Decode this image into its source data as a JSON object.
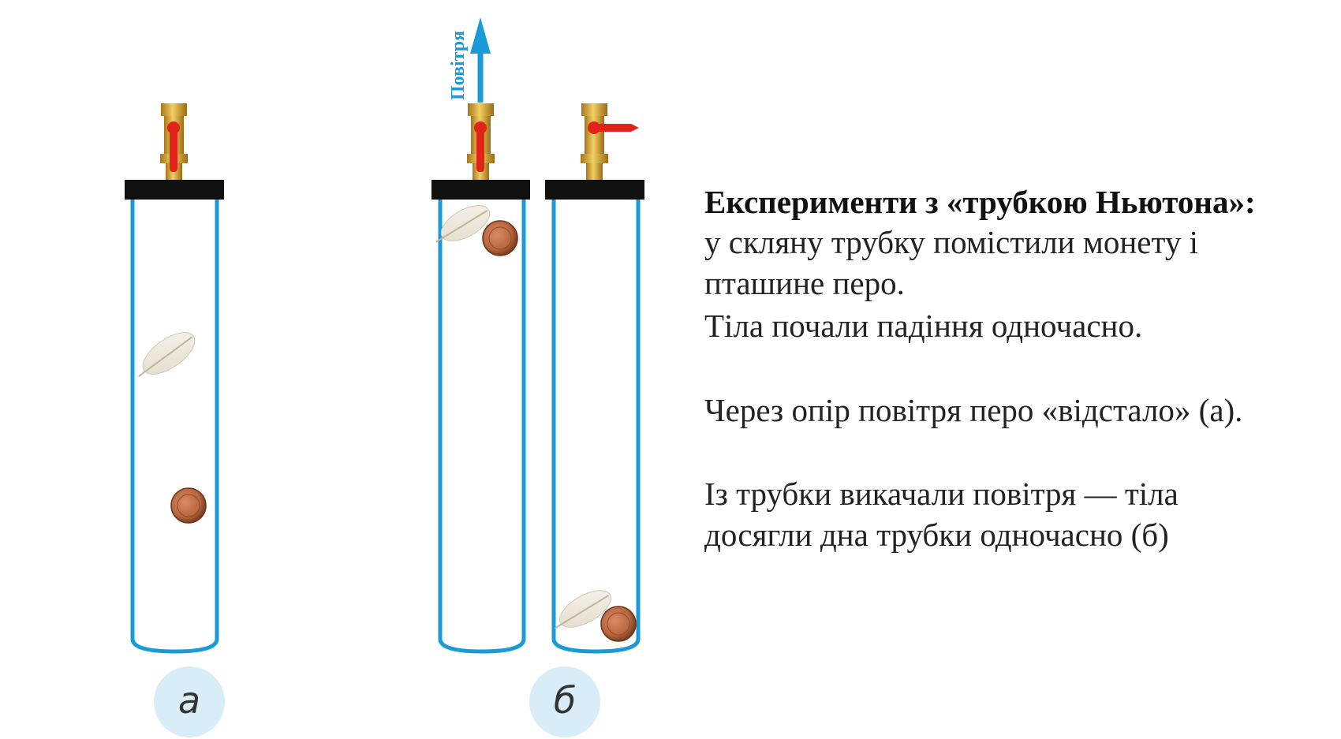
{
  "figure": {
    "air_label": "Повітря",
    "label_a": "а",
    "label_b": "б",
    "colors": {
      "tube": "#1a9ad9",
      "cap": "#111111",
      "brass": "#d9a62c",
      "handle": "#e2231a",
      "coin": "#b8673f",
      "label_circle": "#d8edf7"
    }
  },
  "description": {
    "title": "Експерименти з «трубкою Ньютона»:",
    "line1": "у скляну трубку помістили монету і",
    "line2": "пташине перо.",
    "line3": "Тіла почали падіння одночасно.",
    "line4": "Через опір повітря перо «відстало» (а).",
    "line5": "Із трубки викачали повітря — тіла",
    "line6": "досягли дна трубки одночасно (б)"
  }
}
